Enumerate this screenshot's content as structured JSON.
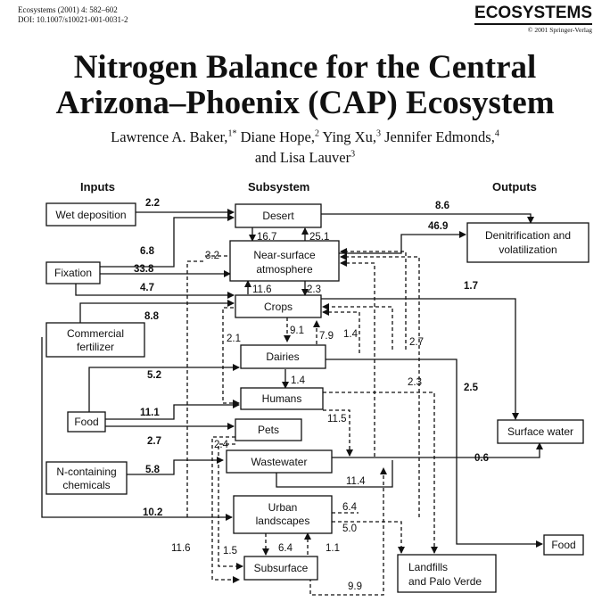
{
  "header": {
    "citation_line1": "Ecosystems (2001) 4: 582–602",
    "citation_line2": "DOI: 10.1007/s10021-001-0031-2",
    "journal_name": "ECOSYSTEMS",
    "copyright": "© 2001 Springer-Verlag"
  },
  "paper": {
    "title_line1": "Nitrogen Balance for the Central",
    "title_line2": "Arizona–Phoenix (CAP) Ecosystem",
    "authors": [
      {
        "name": "Lawrence A. Baker,",
        "sup": "1*"
      },
      {
        "name": " Diane Hope,",
        "sup": "2"
      },
      {
        "name": " Ying Xu,",
        "sup": "3"
      },
      {
        "name": " Jennifer Edmonds,",
        "sup": "4"
      },
      {
        "name": " and Lisa Lauver",
        "sup": "3"
      }
    ]
  },
  "diagram": {
    "headings": {
      "inputs": "Inputs",
      "subsystem": "Subsystem",
      "outputs": "Outputs"
    },
    "boxes": {
      "wet_deposition": "Wet deposition",
      "fixation": "Fixation",
      "commercial_fertilizer_1": "Commercial",
      "commercial_fertilizer_2": "fertilizer",
      "food_in": "Food",
      "n_chem_1": "N-containing",
      "n_chem_2": "chemicals",
      "desert": "Desert",
      "atmosphere_1": "Near-surface",
      "atmosphere_2": "atmosphere",
      "crops": "Crops",
      "dairies": "Dairies",
      "humans": "Humans",
      "pets": "Pets",
      "wastewater": "Wastewater",
      "urban_1": "Urban",
      "urban_2": "landscapes",
      "subsurface": "Subsurface",
      "denit_1": "Denitrification and",
      "denit_2": "volatilization",
      "surface_water": "Surface water",
      "food_out": "Food",
      "landfills_1": "Landfills",
      "landfills_2": "and Palo Verde"
    },
    "flows": {
      "wet_dep_desert": "2.2",
      "fixation_desert": "6.8",
      "fixation_atm": "33.8",
      "fixation_crops": "4.7",
      "fert_crops": "8.8",
      "food_humans": "5.2",
      "food_pets": "11.1",
      "pets_in": "2.7",
      "chem_ww": "5.8",
      "fert_urban": "10.2",
      "desert_out": "8.6",
      "denit": "46.9",
      "atm_3_2": "3.2",
      "desert_atm_up": "16.7",
      "desert_atm_down": "25.1",
      "atm_crops_up": "11.6",
      "atm_crops_down": "2.3",
      "crops_sw": "1.7",
      "crops_dairies": "9.1",
      "crops_2_1": "2.1",
      "crops_7_9": "7.9",
      "crops_1_4": "1.4",
      "crops_2_7": "2.7",
      "dairies_humans": "1.4",
      "humans_2_3": "2.3",
      "sw_2_5": "2.5",
      "humans_11_5": "11.5",
      "pets_2_4": "2.4",
      "ww_sw": "0.6",
      "ww_11_4": "11.4",
      "urban_6_4": "6.4",
      "urban_5_0": "5.0",
      "sub_6_4": "6.4",
      "sub_1_1": "1.1",
      "sub_11_6": "11.6",
      "sub_1_5": "1.5",
      "sub_9_9": "9.9"
    }
  }
}
